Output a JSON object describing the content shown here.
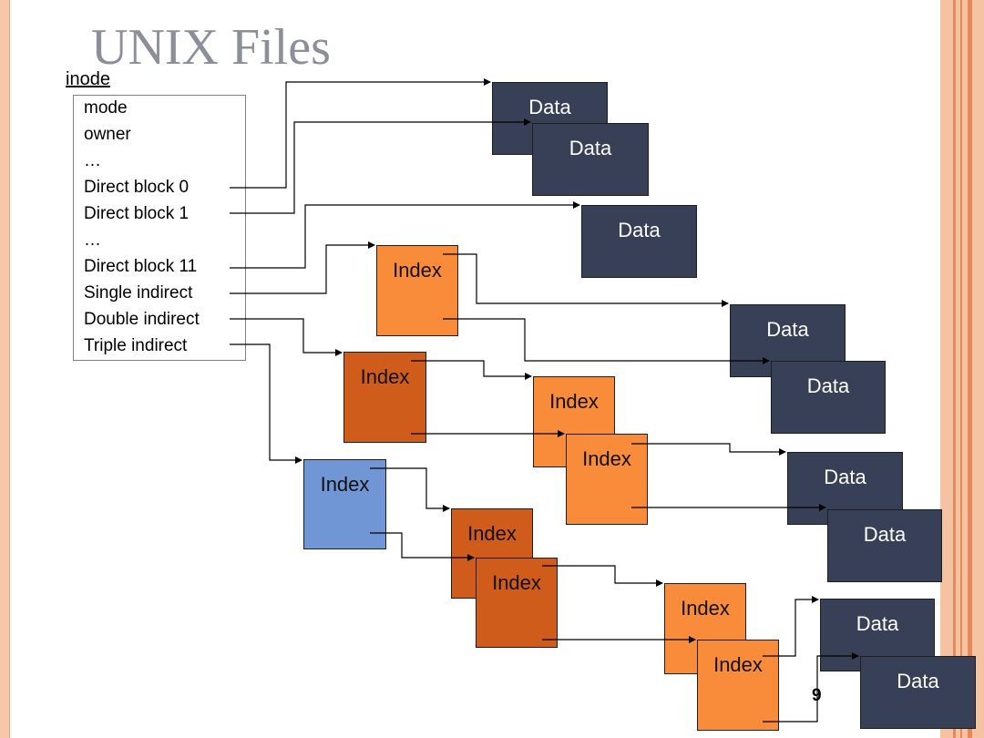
{
  "slide": {
    "title": "UNIX Files",
    "page_number": "9"
  },
  "inode": {
    "label": "inode",
    "fields": [
      "mode",
      "owner",
      "…",
      "Direct block 0",
      "Direct block 1",
      "…",
      "Direct block 11",
      "Single indirect",
      "Double indirect",
      "Triple indirect"
    ]
  },
  "blocks": {
    "data_label": "Data",
    "index_label": "Index"
  },
  "colors": {
    "data_block": "#384058",
    "index_light": "#f98c3b",
    "index_dark": "#cf5c1a",
    "index_blue": "#7096d6",
    "title": "#8a8f99",
    "side_bar": "#f5c2a2"
  }
}
